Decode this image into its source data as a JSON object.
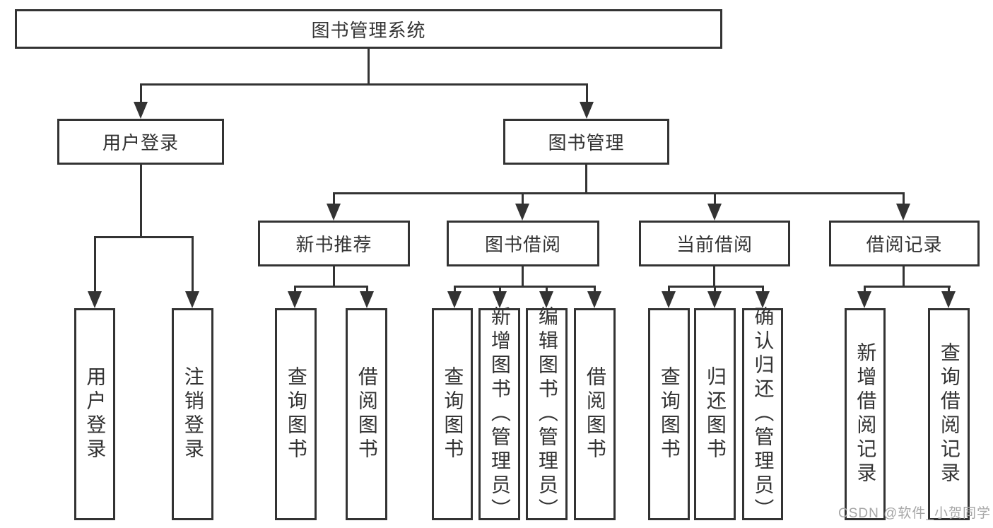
{
  "diagram": {
    "root": {
      "label": "图书管理系统"
    },
    "level2": [
      {
        "label": "用户登录"
      },
      {
        "label": "图书管理"
      }
    ],
    "level3": [
      {
        "label": "新书推荐"
      },
      {
        "label": "图书借阅"
      },
      {
        "label": "当前借阅"
      },
      {
        "label": "借阅记录"
      }
    ],
    "level4": [
      {
        "label": "用户登录"
      },
      {
        "label": "注销登录"
      },
      {
        "label": "查询图书"
      },
      {
        "label": "借阅图书"
      },
      {
        "label": "查询图书"
      },
      {
        "label": "新增图书（管理员）"
      },
      {
        "label": "编辑图书（管理员）"
      },
      {
        "label": "借阅图书"
      },
      {
        "label": "查询图书"
      },
      {
        "label": "归还图书"
      },
      {
        "label": "确认归还（管理员）"
      },
      {
        "label": "新增借阅记录"
      },
      {
        "label": "查询借阅记录"
      }
    ],
    "colors": {
      "line": "#333333",
      "text": "#333333",
      "background": "#ffffff",
      "watermark": "#a6a6a6"
    }
  },
  "watermark": {
    "text": "CSDN @软件_小贺同学"
  }
}
